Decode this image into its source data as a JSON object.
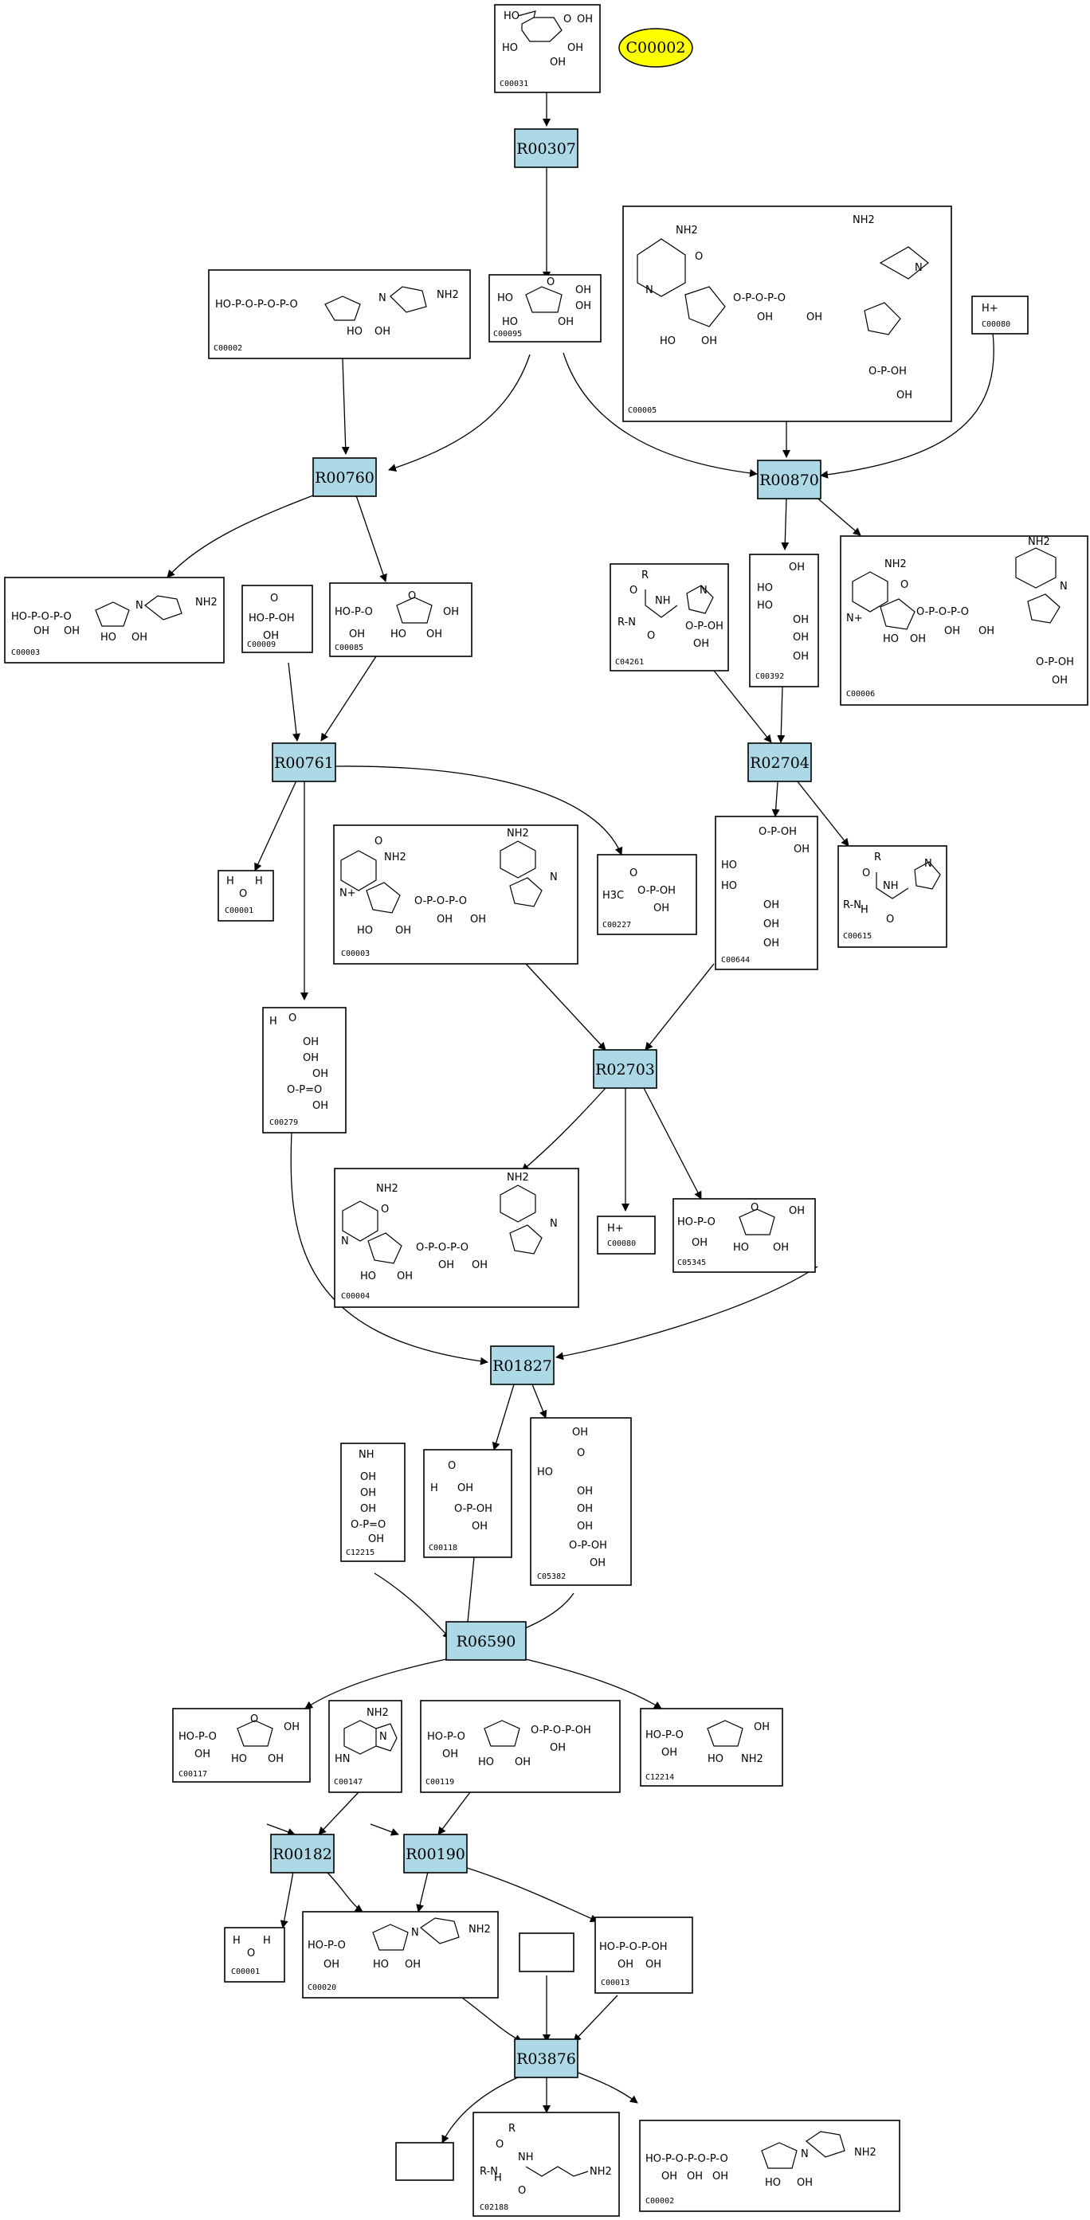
{
  "map_node": {
    "id": "C00002",
    "color": "#ffff00"
  },
  "colors": {
    "reaction_fill": "#add8e6",
    "compound_fill": "#ffffff"
  },
  "reactions": [
    "R00307",
    "R00760",
    "R00870",
    "R00761",
    "R02704",
    "R02703",
    "R01827",
    "R06590",
    "R00182",
    "R00190",
    "R03876"
  ],
  "compounds": {
    "C00031a": {
      "id": "C00031",
      "atoms": [
        "HO",
        "O",
        "OH",
        "HO",
        "OH",
        "OH"
      ]
    },
    "C00002a": {
      "id": "C00002",
      "atoms": [
        "HO-P-O-P-O-P-O",
        "NH2",
        "N",
        "HO",
        "OH"
      ]
    },
    "C00095": {
      "id": "C00095",
      "atoms": [
        "HO",
        "O",
        "OH",
        "HO",
        "OH",
        "OH"
      ]
    },
    "C00005": {
      "id": "C00005",
      "atoms": [
        "NH2",
        "O",
        "N",
        "O-P-O-P-O",
        "OH",
        "OH",
        "NH2",
        "N",
        "HO",
        "OH",
        "O-P-OH",
        "OH"
      ]
    },
    "C00080a": {
      "id": "C00080",
      "atoms": [
        "H+"
      ]
    },
    "C00003a": {
      "id": "C00003",
      "atoms": [
        "HO-P-O-P-O",
        "OH",
        "OH",
        "NH2",
        "N",
        "HO",
        "OH"
      ]
    },
    "C00009": {
      "id": "C00009",
      "atoms": [
        "O",
        "HO-P-OH",
        "OH"
      ]
    },
    "C00085": {
      "id": "C00085",
      "atoms": [
        "HO-P-O",
        "OH",
        "O",
        "OH",
        "HO",
        "OH"
      ]
    },
    "C04261": {
      "id": "C04261",
      "atoms": [
        "R",
        "O",
        "NH",
        "N",
        "R-N",
        "O",
        "O-P-OH",
        "OH"
      ]
    },
    "C00392": {
      "id": "C00392",
      "atoms": [
        "OH",
        "HO",
        "HO",
        "OH",
        "OH",
        "OH"
      ]
    },
    "C00006": {
      "id": "C00006",
      "atoms": [
        "NH2",
        "O",
        "N+",
        "O-P-O-P-O",
        "OH",
        "OH",
        "NH2",
        "N",
        "HO",
        "OH",
        "O-P-OH",
        "OH"
      ]
    },
    "C00001a": {
      "id": "C00001",
      "atoms": [
        "H",
        "O",
        "H"
      ]
    },
    "C00003b": {
      "id": "C00003",
      "atoms": [
        "NH2",
        "O",
        "N+",
        "O-P-O-P-O",
        "OH",
        "OH",
        "NH2",
        "N",
        "HO",
        "OH"
      ]
    },
    "C00227": {
      "id": "C00227",
      "atoms": [
        "O",
        "H3C",
        "O-P-OH",
        "OH"
      ]
    },
    "C00644": {
      "id": "C00644",
      "atoms": [
        "O-P-OH",
        "OH",
        "HO",
        "HO",
        "OH",
        "OH",
        "OH"
      ]
    },
    "C00615": {
      "id": "C00615",
      "atoms": [
        "R",
        "O",
        "NH",
        "N",
        "R-N",
        "H",
        "O"
      ]
    },
    "C00279": {
      "id": "C00279",
      "atoms": [
        "H",
        "O",
        "OH",
        "OH",
        "OH",
        "O-P=O",
        "OH"
      ]
    },
    "C00004": {
      "id": "C00004",
      "atoms": [
        "NH2",
        "O",
        "N",
        "O-P-O-P-O",
        "OH",
        "OH",
        "NH2",
        "N",
        "HO",
        "OH"
      ]
    },
    "C00080b": {
      "id": "C00080",
      "atoms": [
        "H+"
      ]
    },
    "C05345": {
      "id": "C05345",
      "atoms": [
        "HO-P-O",
        "OH",
        "O",
        "OH",
        "HO",
        "OH"
      ]
    },
    "C12215": {
      "id": "C12215",
      "atoms": [
        "NH",
        "OH",
        "OH",
        "OH",
        "O-P=O",
        "OH"
      ]
    },
    "C00118": {
      "id": "C00118",
      "atoms": [
        "O",
        "H",
        "OH",
        "O-P-OH",
        "OH"
      ]
    },
    "C05382": {
      "id": "C05382",
      "atoms": [
        "OH",
        "O",
        "HO",
        "OH",
        "OH",
        "OH",
        "O-P-OH",
        "OH"
      ]
    },
    "C00117": {
      "id": "C00117",
      "atoms": [
        "HO-P-O",
        "OH",
        "O",
        "OH",
        "HO",
        "OH"
      ]
    },
    "C00147": {
      "id": "C00147",
      "atoms": [
        "NH2",
        "N",
        "HN"
      ]
    },
    "C00119": {
      "id": "C00119",
      "atoms": [
        "HO-P-O",
        "OH",
        "O-P-O-P-OH",
        "OH",
        "HO",
        "OH"
      ]
    },
    "C12214": {
      "id": "C12214",
      "atoms": [
        "HO-P-O",
        "OH",
        "OH",
        "HO",
        "NH2"
      ]
    },
    "C00001b": {
      "id": "C00001",
      "atoms": [
        "H",
        "O",
        "H"
      ]
    },
    "C00020": {
      "id": "C00020",
      "atoms": [
        "HO-P-O",
        "OH",
        "NH2",
        "N",
        "HO",
        "OH"
      ]
    },
    "C00013": {
      "id": "C00013",
      "atoms": [
        "HO-P-O-P-OH",
        "OH",
        "OH"
      ]
    },
    "C02188": {
      "id": "C02188",
      "atoms": [
        "R",
        "O",
        "NH",
        "R-N",
        "H",
        "O",
        "NH2"
      ]
    },
    "C00002b": {
      "id": "C00002",
      "atoms": [
        "HO-P-O-P-O-P-O",
        "NH2",
        "N",
        "HO",
        "OH",
        "OH",
        "OH",
        "OH"
      ]
    }
  }
}
